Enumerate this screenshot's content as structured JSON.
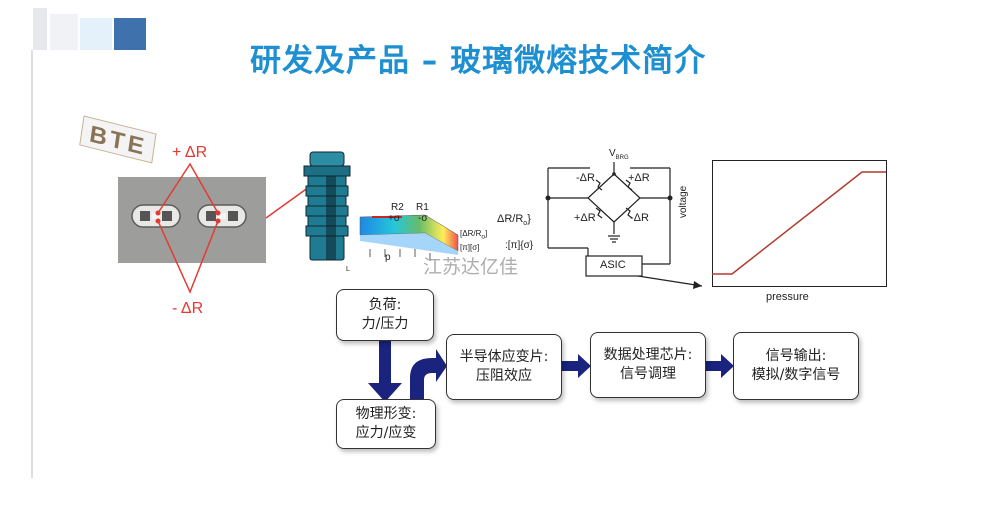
{
  "slide": {
    "title": "研发及产品 – 玻璃微熔技术简介",
    "logo_text": "BTE",
    "watermark": "江苏达亿佳"
  },
  "sensor_photo": {
    "label_plus": "+ ΔR",
    "label_minus": "- ΔR"
  },
  "model": {
    "r2": "R2",
    "r1": "R1",
    "sigma_plus": "+σ",
    "sigma_minus": "-σ",
    "formula_a": "[ΔR/R",
    "formula_a_sub": "o",
    "formula_a_end": "]",
    "formula_b": "[π][σ]",
    "p_label": "p",
    "l_label": "L"
  },
  "bridge": {
    "vbrg": "V",
    "vbrg_sub": "BRG",
    "tl": "-ΔR",
    "tr": "+ΔR",
    "bl": "+ΔR",
    "br": "-ΔR",
    "dr_ro": "ΔR/R",
    "dr_ro_sub": "o",
    "dr_ro_end": "}",
    "pi_sigma": ":[π]{σ}",
    "asic": "ASIC"
  },
  "graph": {
    "ylabel": "voltage",
    "xlabel": "pressure"
  },
  "flow": {
    "load": [
      "负荷:",
      "力/压力"
    ],
    "deform": [
      "物理形变:",
      "应力/应变"
    ],
    "semi": [
      "半导体应变片:",
      "压阻效应"
    ],
    "chip": [
      "数据处理芯片:",
      "信号调理"
    ],
    "output": [
      "信号输出:",
      "模拟/数字信号"
    ]
  },
  "colors": {
    "title": "#1e8fd0",
    "annotation_red": "#e53935",
    "arrow_navy": "#1a237e",
    "curve": "#b03a2e"
  }
}
